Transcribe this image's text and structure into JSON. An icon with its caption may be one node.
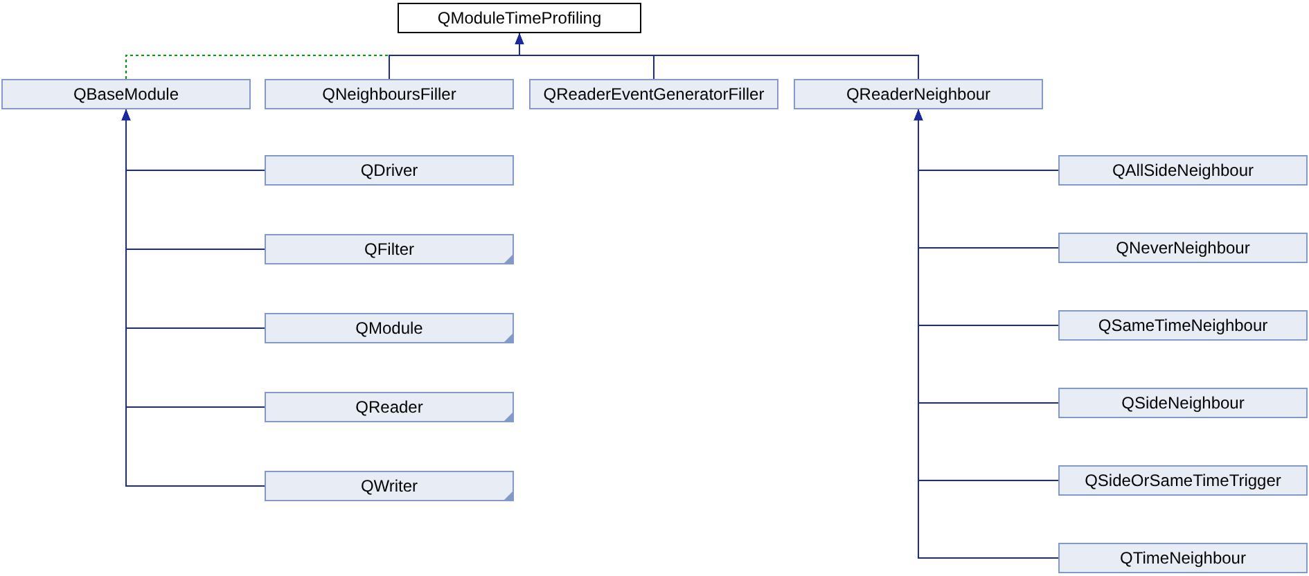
{
  "diagram": {
    "nodes": [
      {
        "text": [
          "QModuleTimeProfiling"
        ]
      },
      {
        "text": [
          "QBaseModule"
        ]
      },
      {
        "text": [
          "QNeighboursFiller"
        ]
      },
      {
        "text": [
          "QReaderEventGeneratorFiller"
        ]
      },
      {
        "text": [
          "QReaderNeighbour"
        ]
      },
      {
        "text": [
          "QDriver"
        ]
      },
      {
        "text": [
          "QFilter"
        ]
      },
      {
        "text": [
          "QModule"
        ]
      },
      {
        "text": [
          "QReader"
        ]
      },
      {
        "text": [
          "QWriter"
        ]
      },
      {
        "text": [
          "QAllSideNeighbour"
        ]
      },
      {
        "text": [
          "QNeverNeighbour"
        ]
      },
      {
        "text": [
          "QSameTimeNeighbour"
        ]
      },
      {
        "text": [
          "QSideNeighbour"
        ]
      },
      {
        "text": [
          "QSideOrSameTimeTrigger"
        ]
      },
      {
        "text": [
          "QTimeNeighbour"
        ]
      }
    ],
    "edges": [
      {
        "from": 1,
        "to": 0,
        "arrow": "to",
        "style": "dashed",
        "color": "#009900"
      },
      {
        "from": 2,
        "to": 0,
        "arrow": "to"
      },
      {
        "from": 3,
        "to": 0,
        "arrow": "to"
      },
      {
        "from": 4,
        "to": 0,
        "arrow": "to"
      },
      {
        "from": 5,
        "to": 1,
        "arrow": "to"
      },
      {
        "from": 6,
        "to": 1,
        "arrow": "to"
      },
      {
        "from": 7,
        "to": 1,
        "arrow": "to"
      },
      {
        "from": 8,
        "to": 1,
        "arrow": "to"
      },
      {
        "from": 9,
        "to": 1,
        "arrow": "to"
      },
      {
        "from": 10,
        "to": 4,
        "arrow": "to"
      },
      {
        "from": 11,
        "to": 4,
        "arrow": "to"
      },
      {
        "from": 12,
        "to": 4,
        "arrow": "to"
      },
      {
        "from": 13,
        "to": 4,
        "arrow": "to"
      },
      {
        "from": 14,
        "to": 4,
        "arrow": "to"
      },
      {
        "from": 15,
        "to": 4,
        "arrow": "to"
      }
    ]
  }
}
